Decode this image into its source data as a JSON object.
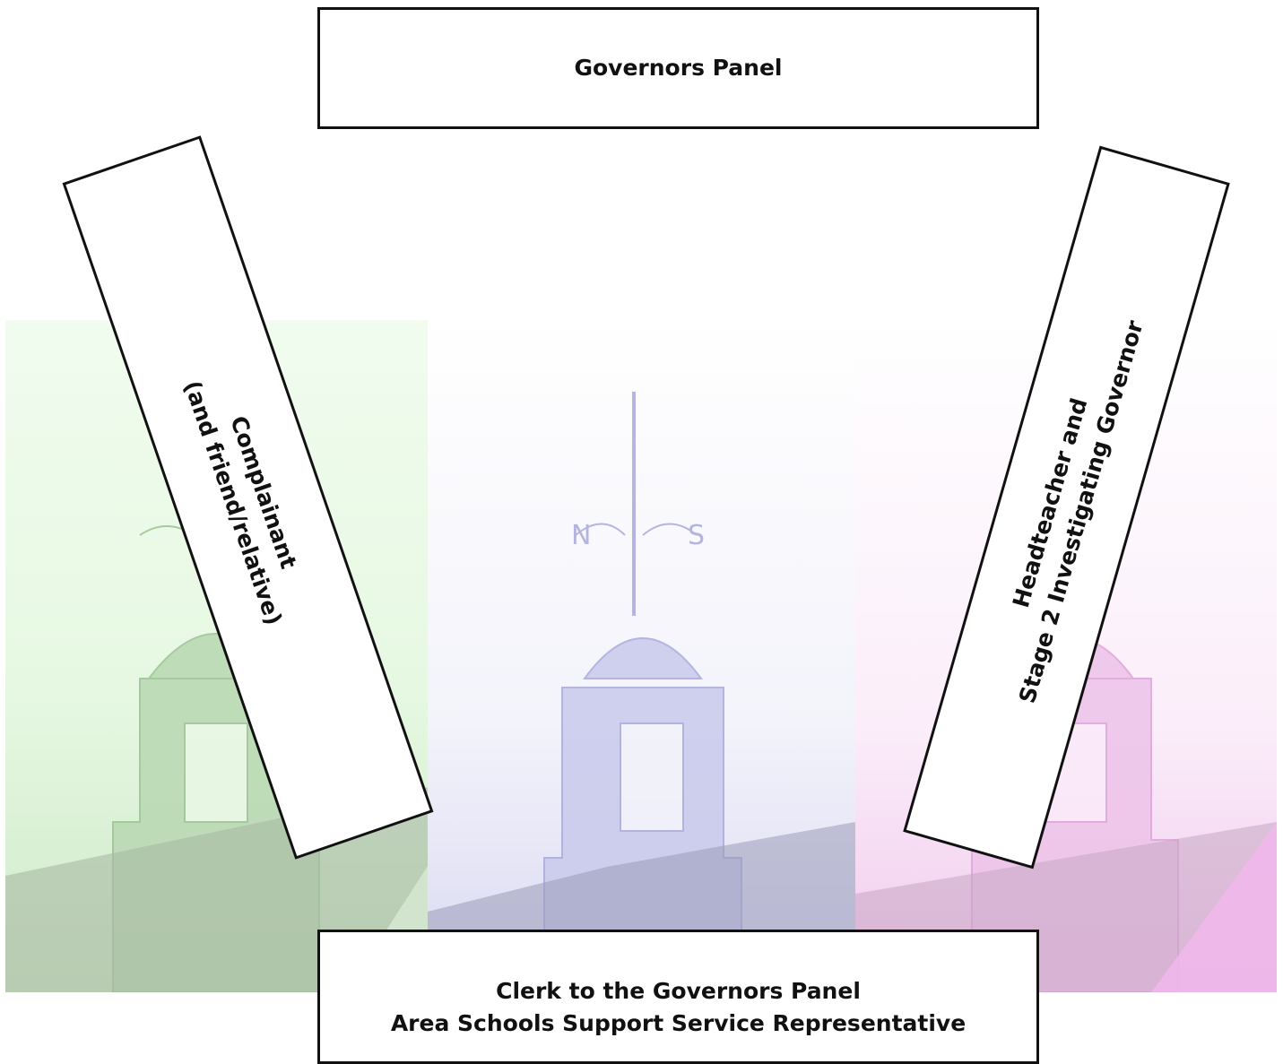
{
  "governors_panel": {
    "label": "Governors Panel"
  },
  "complainant": {
    "line1": "Complainant",
    "line2": "(and friend/relative)"
  },
  "headteacher": {
    "line1": "Headteacher and",
    "line2": "Stage 2 Investigating Governor"
  },
  "clerk": {
    "line1": "Clerk to the Governors Panel",
    "line2": "Area Schools Support Service Representative"
  },
  "colors": {
    "border": "#111111",
    "bg_green": "#e6f8e2",
    "bg_blue": "#e6e6f7",
    "bg_pink": "#f8def6"
  },
  "background_image": {
    "subject": "bell-tower-weathervane",
    "tints": [
      "green",
      "blue",
      "magenta"
    ]
  }
}
